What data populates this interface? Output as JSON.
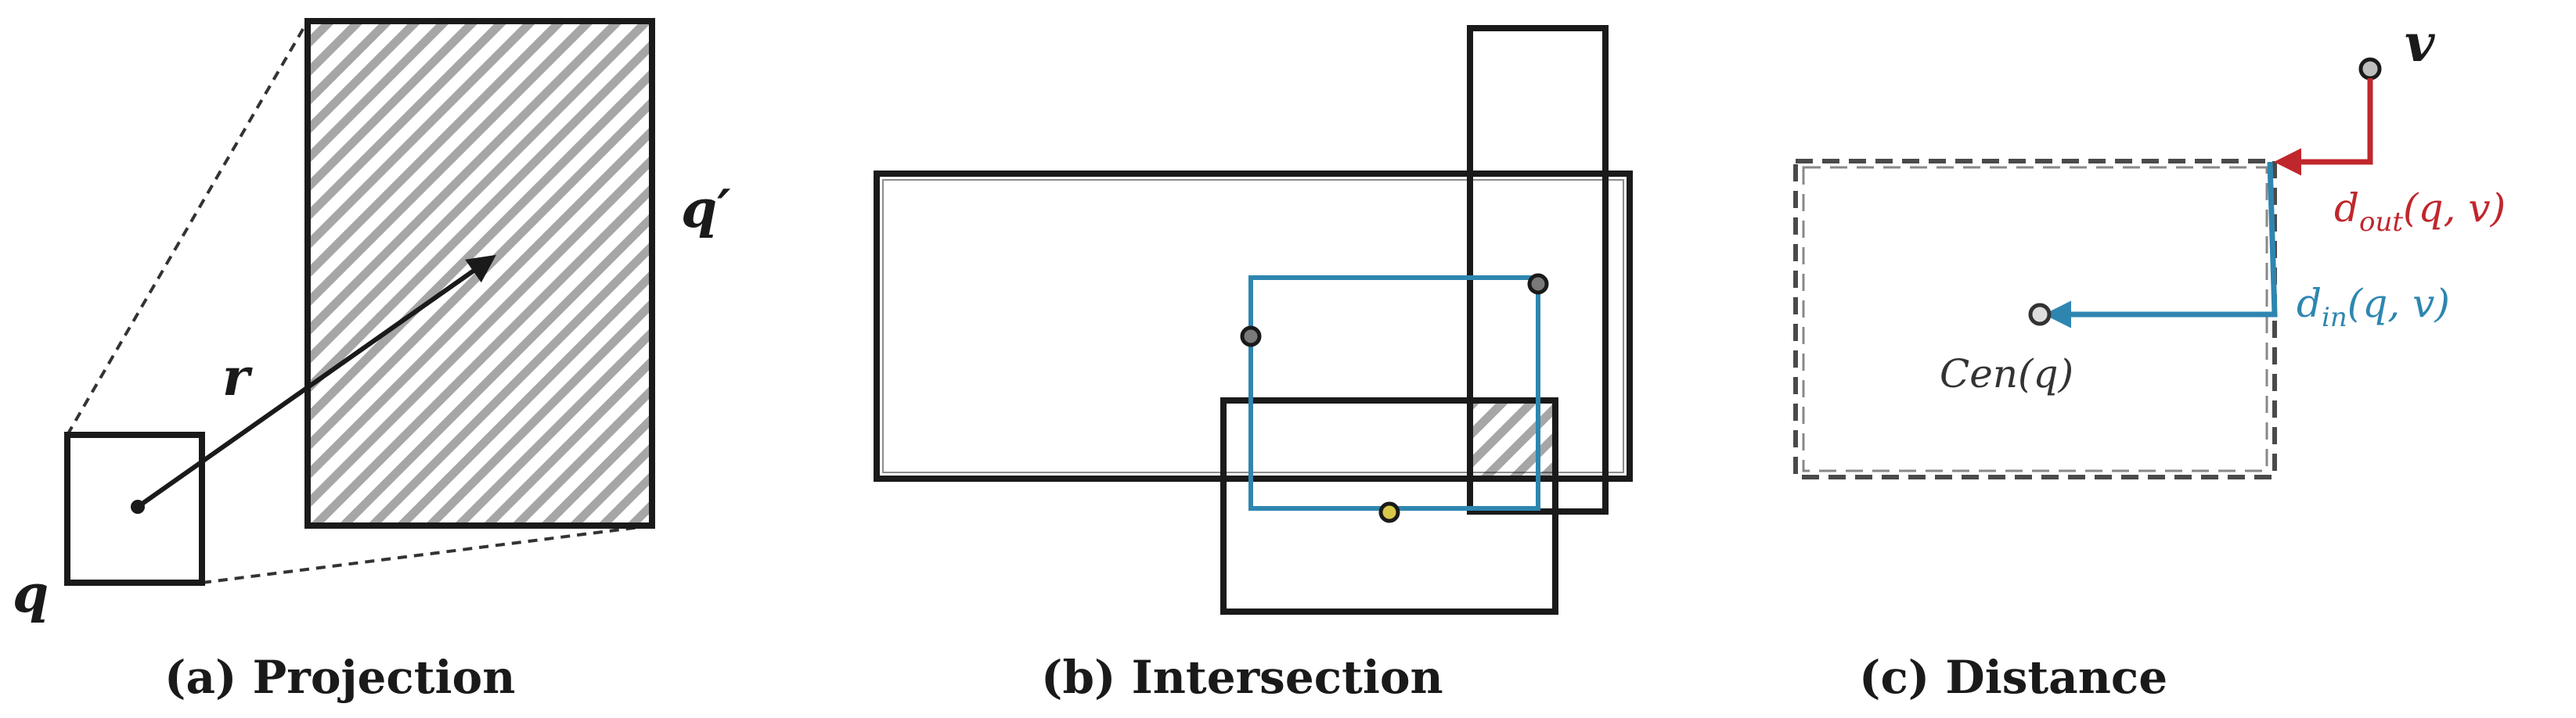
{
  "panels": {
    "projection": {
      "caption": "(a) Projection",
      "labels": {
        "q": "q",
        "q_prime": "q′",
        "r": "r"
      }
    },
    "intersection": {
      "caption": "(b) Intersection"
    },
    "distance": {
      "caption": "(c) Distance",
      "labels": {
        "v": "v",
        "d_out_main": "d",
        "d_out_sub": "out",
        "d_out_args": "(q, v)",
        "d_in_main": "d",
        "d_in_sub": "in",
        "d_in_args": "(q, v)",
        "cen": "Cen(q)"
      }
    }
  },
  "colors": {
    "stroke": "#1a1a1a",
    "hatch": "#9a9a9a",
    "blue": "#2e86b0",
    "red": "#c0272d"
  }
}
